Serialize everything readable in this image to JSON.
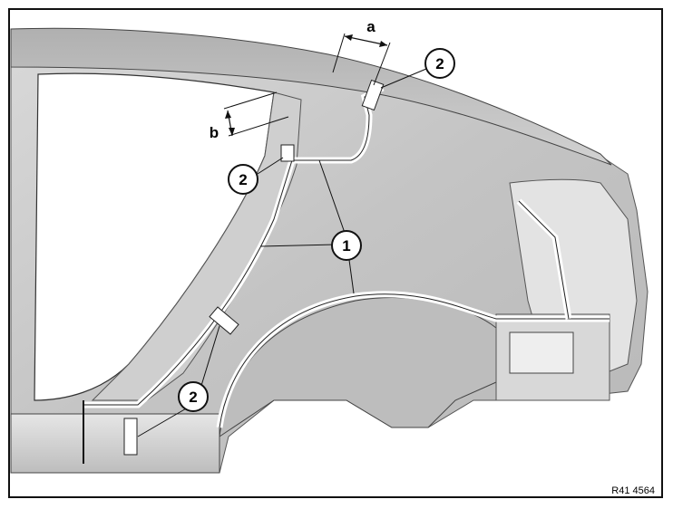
{
  "figure": {
    "reference_code": "R41 4564",
    "callouts": [
      {
        "id": "callout-1",
        "label": "1"
      },
      {
        "id": "callout-2-top",
        "label": "2"
      },
      {
        "id": "callout-2-left",
        "label": "2"
      },
      {
        "id": "callout-2-bottom",
        "label": "2"
      }
    ],
    "dimensions": [
      {
        "id": "dim-a",
        "label": "a"
      },
      {
        "id": "dim-b",
        "label": "b"
      }
    ]
  }
}
